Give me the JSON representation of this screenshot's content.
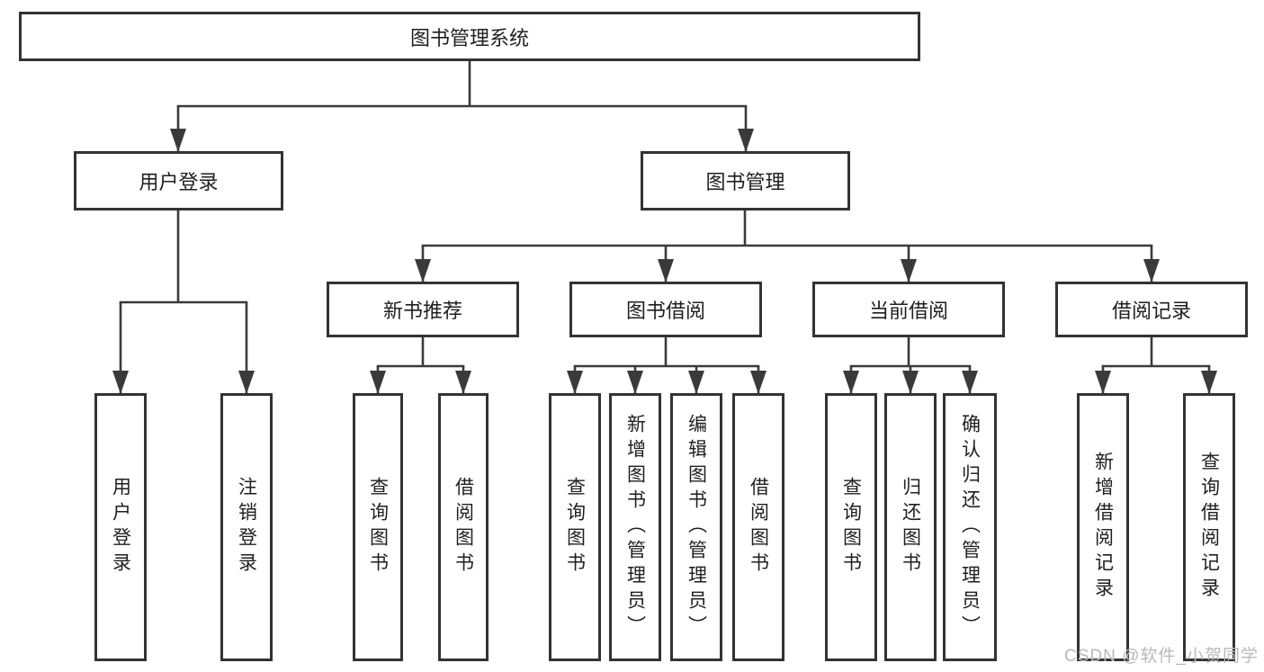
{
  "diagram": {
    "title": "图书管理系统",
    "level2": [
      {
        "label": "用户登录"
      },
      {
        "label": "图书管理"
      }
    ],
    "level3": [
      {
        "label": "新书推荐"
      },
      {
        "label": "图书借阅"
      },
      {
        "label": "当前借阅"
      },
      {
        "label": "借阅记录"
      }
    ],
    "leaves": [
      {
        "label": "用户登录"
      },
      {
        "label": "注销登录"
      },
      {
        "label": "查询图书"
      },
      {
        "label": "借阅图书"
      },
      {
        "label": "查询图书"
      },
      {
        "label": "新增图书（管理员）"
      },
      {
        "label": "编辑图书（管理员）"
      },
      {
        "label": "借阅图书"
      },
      {
        "label": "查询图书"
      },
      {
        "label": "归还图书"
      },
      {
        "label": "确认归还（管理员）"
      },
      {
        "label": "新增借阅记录"
      },
      {
        "label": "查询借阅记录"
      }
    ]
  },
  "watermark": {
    "text": "CSDN @软件_小贺同学"
  },
  "colors": {
    "line": "#3a3a3a",
    "border": "#333333",
    "text": "#1f1f1f",
    "watermark": "#b9b9b9",
    "background": "#ffffff"
  }
}
